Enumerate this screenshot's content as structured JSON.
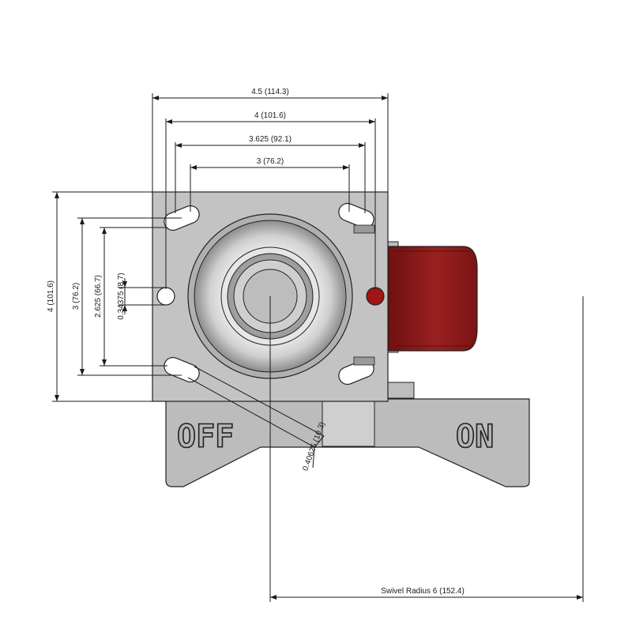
{
  "dimensions": {
    "width_overall": "4.5 (114.3)",
    "width_4": "4 (101.6)",
    "width_3625": "3.625 (92.1)",
    "width_3": "3 (76.2)",
    "height_overall": "4 (101.6)",
    "height_3": "3 (76.2)",
    "height_2625": "2.625 (66.7)",
    "slot_width": "0.34375 (8.7)",
    "slot_length": "0.40625 (10.3)",
    "swivel_radius": "Swivel Radius 6 (152.4)"
  },
  "brake_labels": {
    "off": "OFF",
    "on": "ON"
  },
  "colors": {
    "plate": "#c3c3c3",
    "wheel_red": "#8e1c1c",
    "hole_red": "#a01515",
    "line": "#1a1a1a"
  }
}
